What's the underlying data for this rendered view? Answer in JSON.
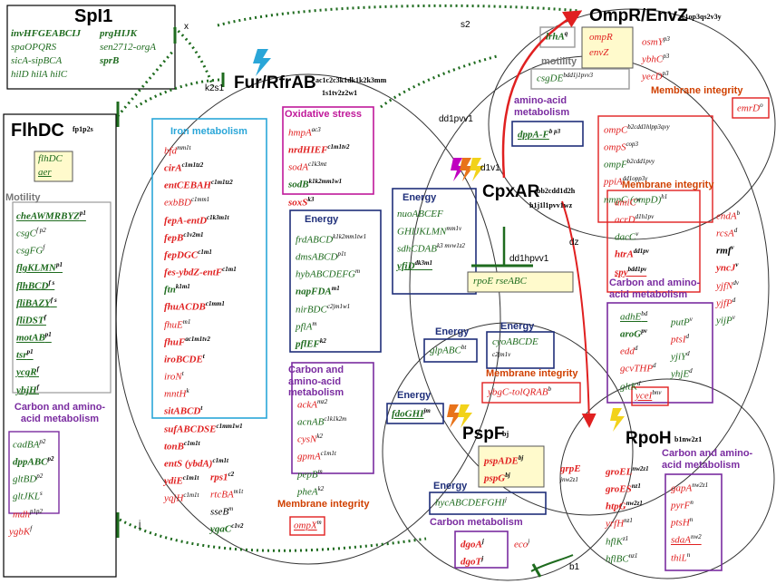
{
  "colors": {
    "green": "#1e6b1e",
    "red": "#e02020",
    "energy_blue": "#1f2f7a",
    "iron_cyan": "#2aa6d8",
    "purple": "#7a2ca0",
    "magenta": "#c0189a",
    "orange_red": "#d04000",
    "yellow_fill": "#fffacc",
    "gray": "#888888"
  },
  "titles": {
    "spi1": "SpI1",
    "flhdc": "FlhDC",
    "flhdc_sup": "fp1p2s",
    "fur": "Fur/RfrAB",
    "fur_sup1": "ac1c2c3k1dk1k2k3mm",
    "fur_sup2": "1s1tv2z2w1",
    "ompr": "OmpR/EnvZ",
    "ompr_sup": "c1op3qs2v3y",
    "cpxar": "CpxAR",
    "cpxar_sup1": "bb2cdd1d2h",
    "cpxar_sup2": "h1j1l1pvv1wz",
    "pspf": "PspF",
    "pspf_sup": "bj",
    "rpoh": "RpoH",
    "rpoh_sup": "b1nw2z1"
  },
  "edge_labels": {
    "x": "x",
    "s2": "s2",
    "k2s1": "k2s1",
    "dd1pvv1": "dd1pvv1",
    "d1v1": "d1v1",
    "dd1hpvv1": "dd1hpvv1",
    "dz": "dz",
    "j": "j",
    "b1": "b1"
  },
  "spi1": {
    "genes": [
      [
        "invHFGEABCIJ",
        "prgHIJK"
      ],
      [
        "spaOPQRS",
        "sen2712-orgA"
      ],
      [
        "sicA-sipBCA",
        "sprB"
      ],
      [
        "hilD hilA hilC"
      ]
    ]
  },
  "flhdc": {
    "box": [
      "flhDC",
      "aer"
    ],
    "motility_title": "Motility",
    "motility": [
      {
        "g": "cheAWMRBYZ",
        "s": "p1"
      },
      {
        "g": "csgC",
        "s": "f p2"
      },
      {
        "g": "csgFG",
        "s": "f"
      },
      {
        "g": "flgKLMN",
        "s": "p1"
      },
      {
        "g": "flhBCD",
        "s": "f s"
      },
      {
        "g": "fliBAZY",
        "s": "f s"
      },
      {
        "g": "fliDST",
        "s": "f"
      },
      {
        "g": "motAB",
        "s": "p1"
      },
      {
        "g": "tsr",
        "s": "p1"
      },
      {
        "g": "ycgR",
        "s": "f"
      },
      {
        "g": "yhjH",
        "s": "f"
      }
    ],
    "carbon_title": "Carbon and amino-acid metabolism",
    "carbon": [
      {
        "g": "cadBA",
        "s": "p2"
      },
      {
        "g": "dppABC",
        "s": "p2"
      },
      {
        "g": "gltBD",
        "s": "p2"
      },
      {
        "g": "gltJKL",
        "s": "s"
      },
      {
        "g": "mdh",
        "s": "p1p2"
      }
    ],
    "ygbk": {
      "g": "ygbK",
      "s": "f"
    }
  },
  "fur": {
    "iron_title": "Iron metabolism",
    "iron": [
      {
        "g": "bfd",
        "s": "mm1t"
      },
      {
        "g": "cirA",
        "s": "c1m1tz2"
      },
      {
        "g": "entCEBAH",
        "s": "c1m1tz2"
      },
      {
        "g": "exbBD",
        "s": "c1mm1"
      },
      {
        "g": "fepA-entD",
        "s": "c1k3m1t"
      },
      {
        "g": "fepB",
        "s": "c1v2m1"
      },
      {
        "g": "fepDGC",
        "s": "c1m1"
      },
      {
        "g": "fes-ybdZ-entF",
        "s": "c1m1"
      },
      {
        "g": "ftn",
        "s": "k1m1"
      },
      {
        "g": "fhuACDB",
        "s": "c1mm1"
      },
      {
        "g": "fhuE",
        "s": "m1"
      },
      {
        "g": "fhuF",
        "s": "ac1m1tv2"
      },
      {
        "g": "iroBCDE",
        "s": "t"
      },
      {
        "g": "iroN",
        "s": "t"
      },
      {
        "g": "mntH",
        "s": "k"
      },
      {
        "g": "sitABCD",
        "s": "t"
      },
      {
        "g": "sufABCDSE",
        "s": "c1mm1w1"
      },
      {
        "g": "tonB",
        "s": "c1m1t"
      },
      {
        "g": "entS (ybdA)",
        "s": "c1m1t"
      },
      {
        "g": "ydiE",
        "s": "c1m1t"
      },
      {
        "g": "yqjH",
        "s": "c1m1t"
      }
    ],
    "ox_title": "Oxidative stress",
    "ox": [
      {
        "g": "hmpA",
        "s": "ac3"
      },
      {
        "g": "nrdHIEF",
        "s": "c1m1tv2"
      },
      {
        "g": "sodA",
        "s": "c1k3mt"
      },
      {
        "g": "sodB",
        "s": "k1k2mm1w1"
      },
      {
        "g": "soxS",
        "s": "k3"
      }
    ],
    "energy_title": "Energy",
    "energy": [
      {
        "g": "frdABCD",
        "s": "k1k2mm1tw1"
      },
      {
        "g": "dmsABCD",
        "s": "p1t"
      },
      {
        "g": "hybABCDEFG",
        "s": "m"
      },
      {
        "g": "napFDA",
        "s": "m1"
      },
      {
        "g": "nirBDC",
        "s": "c2jm1w1"
      },
      {
        "g": "pflA",
        "s": "m"
      },
      {
        "g": "pflEF",
        "s": "k2"
      }
    ],
    "carbon_title": "Carbon and amino-acid metabolism",
    "carbon": [
      {
        "g": "ackA",
        "s": "mz2"
      },
      {
        "g": "acnAB",
        "s": "c1k1k2m"
      },
      {
        "g": "cysN",
        "s": "k2"
      },
      {
        "g": "gpmA",
        "s": "c1m1t"
      },
      {
        "g": "pepB",
        "s": "m"
      },
      {
        "g": "pheA",
        "s": "k2"
      }
    ],
    "misc": [
      {
        "g": "rps1",
        "s": "c2"
      },
      {
        "g": "rtcBA",
        "s": "m1t"
      },
      {
        "g": "sseB",
        "s": "m"
      },
      {
        "g": "ygaC",
        "s": "c1v2"
      }
    ],
    "mem_title": "Membrane integrity",
    "ompx": {
      "g": "ompX",
      "s": "m"
    }
  },
  "ompr": {
    "box": [
      "ompR",
      "envZ"
    ],
    "lrha": {
      "g": "lrhA",
      "s": "q"
    },
    "osm": [
      {
        "g": "osmY",
        "s": "p3"
      },
      {
        "g": "ybhC",
        "s": "p3"
      },
      {
        "g": "yecD",
        "s": "p3"
      }
    ],
    "motility_title": "motility",
    "csgde": {
      "g": "csgDE",
      "s": "bdd1j1pvv3"
    },
    "mem_title": "Membrane integrity",
    "emrd": {
      "g": "emrD",
      "s": "o"
    },
    "amino_title": "amino-acid metabolism",
    "dppaf": {
      "g": "dppA-F",
      "s": "b p3"
    },
    "mem_genes": [
      {
        "g": "ompC",
        "s": "b2cdd1hlpp3qvy"
      },
      {
        "g": "ompS",
        "s": "cop3"
      },
      {
        "g": "ompF",
        "s": "b2cdd1pvy"
      },
      {
        "g": "ppiA",
        "s": "dd1opp3v"
      },
      {
        "g": "nmpC (ompD)",
        "s": "h1"
      }
    ]
  },
  "cpxar": {
    "energy_title": "Energy",
    "energy": [
      {
        "g": "nuoABCEF",
        "s": ""
      },
      {
        "g": "GHIJKLMN",
        "s": "mm1v"
      },
      {
        "g": "sdhCDAB",
        "s": "k3 mvw1z2"
      },
      {
        "g": "yfiD",
        "s": "dk3m1"
      }
    ],
    "rpoe": "rpoE rseABC",
    "mem_title": "Membrane integrity",
    "mem_genes": [
      {
        "g": "amiC",
        "s": "w"
      },
      {
        "g": "acrD",
        "s": "d1h1pv"
      },
      {
        "g": "dacC",
        "s": "v"
      },
      {
        "g": "htrA",
        "s": "dd1pv"
      },
      {
        "g": "spy",
        "s": "bdd1pv"
      }
    ],
    "side": [
      {
        "g": "endA",
        "s": "b"
      },
      {
        "g": "rcsA",
        "s": "d"
      },
      {
        "g": "rmf",
        "s": "v"
      },
      {
        "g": "yncJ",
        "s": "v"
      },
      {
        "g": "yjfN",
        "s": "dv"
      },
      {
        "g": "yjfP",
        "s": "d"
      },
      {
        "g": "yijP",
        "s": "v"
      }
    ],
    "carbon_title": "Carbon and amino-acid metabolism",
    "carbon_left": [
      {
        "g": "adhE",
        "s": "bd"
      },
      {
        "g": "aroG",
        "s": "pv"
      },
      {
        "g": "edd",
        "s": "d"
      },
      {
        "g": "gcvTHP",
        "s": "d"
      },
      {
        "g": "gltK",
        "s": "d"
      }
    ],
    "carbon_right": [
      {
        "g": "putP",
        "s": "v"
      },
      {
        "g": "ptsI",
        "s": "d"
      },
      {
        "g": "yjiY",
        "s": "d"
      },
      {
        "g": "yhjE",
        "s": "d"
      }
    ],
    "mem2_title": "Membrane integrity",
    "ybgc": {
      "g": "ybgC-tolQRAB",
      "s": "b"
    },
    "ycei": {
      "g": "yceI",
      "s": "bnv"
    }
  },
  "shared": {
    "energy1_title": "Energy",
    "glpabc": {
      "g": "glpABC",
      "s": "bt"
    },
    "energy2_title": "Energy",
    "cyo": {
      "g": "cyoABCDE",
      "s": "c2jm1v"
    },
    "energy3_title": "Energy",
    "fdoghi": {
      "g": "fdoGHI",
      "s": "jm"
    }
  },
  "pspf": {
    "box": [
      {
        "g": "pspADE",
        "s": "bj"
      },
      {
        "g": "pspG",
        "s": "bj"
      }
    ],
    "energy_title": "Energy",
    "hyc": {
      "g": "hycABCDEFGHI",
      "s": "j"
    },
    "carbon_title": "Carbon  metabolism",
    "carbon": [
      {
        "g": "dgoA",
        "s": "j"
      },
      {
        "g": "dgoT",
        "s": "j"
      }
    ],
    "eco": {
      "g": "eco",
      "s": "j"
    }
  },
  "rpoh": {
    "grpe": {
      "g": "grpE",
      "s": "jnw2z1"
    },
    "genes": [
      {
        "g": "groEL",
        "s": "nw2z1"
      },
      {
        "g": "groES",
        "s": "nz1"
      },
      {
        "g": "htpG",
        "s": "nw2z1"
      },
      {
        "g": "yrfH",
        "s": "nz1"
      },
      {
        "g": "hflK",
        "s": "z1"
      },
      {
        "g": "hflBC",
        "s": "nz1"
      }
    ],
    "carbon_title": "Carbon and amino-acid metabolism",
    "carbon": [
      {
        "g": "gapA",
        "s": "nw2z1"
      },
      {
        "g": "pyrF",
        "s": "n"
      },
      {
        "g": "ptsH",
        "s": "n"
      },
      {
        "g": "sdaA",
        "s": "nw2"
      },
      {
        "g": "thiL",
        "s": "n"
      }
    ]
  }
}
